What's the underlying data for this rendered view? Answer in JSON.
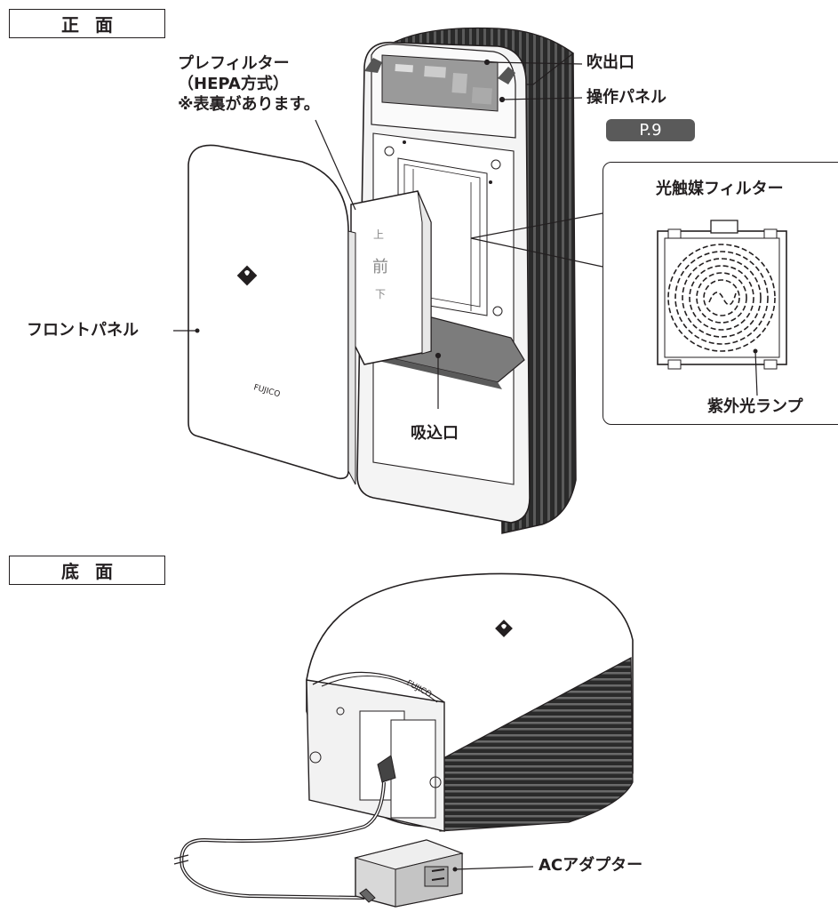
{
  "sections": {
    "front": "正面",
    "bottom": "底面"
  },
  "labels": {
    "prefilter_line1": "プレフィルター",
    "prefilter_line2": "（HEPA方式）",
    "prefilter_line3": "※表裏があります。",
    "outlet": "吹出口",
    "control_panel": "操作パネル",
    "page_ref": "P.9",
    "photocatalyst_filter": "光触媒フィルター",
    "uv_lamp": "紫外光ランプ",
    "front_panel": "フロントパネル",
    "inlet": "吸込口",
    "ac_adapter": "ACアダプター"
  },
  "filter_marks": {
    "top": "上",
    "front": "前",
    "bottom": "下"
  },
  "brand": "FUJICO"
}
